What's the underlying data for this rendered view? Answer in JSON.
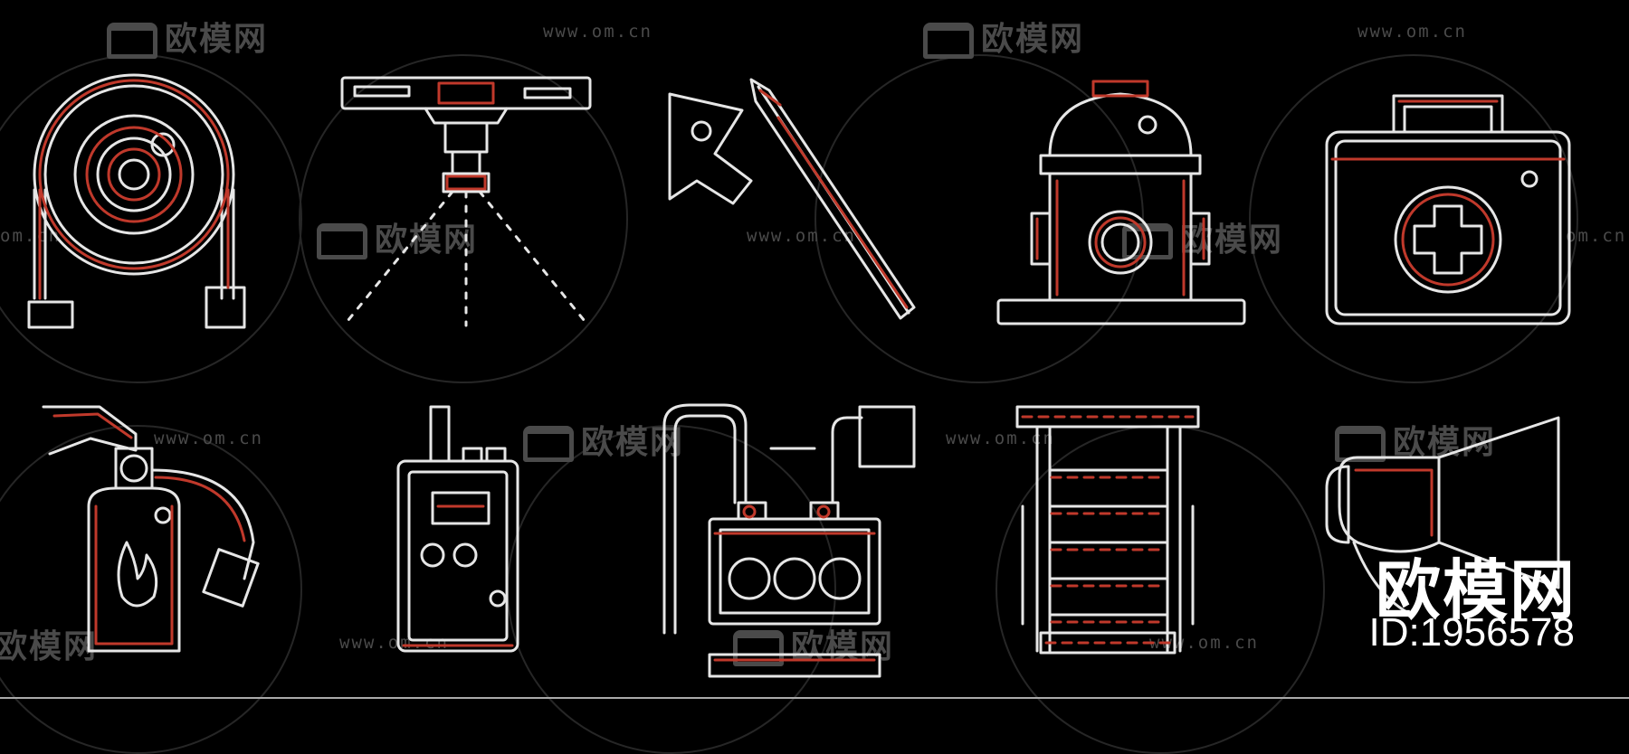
{
  "watermarks": {
    "brand": "欧模网",
    "url": "www.om.cn",
    "url_partial": "om.cn",
    "brand_partial": "欧模网"
  },
  "badge": {
    "brand": "欧模网",
    "id_label": "ID:1956578"
  },
  "colors": {
    "background": "#000000",
    "line_white": "#e6e6e6",
    "line_red": "#c0392b",
    "watermark": "#4a4a4a"
  },
  "icons": [
    "fire-hose-reel-icon",
    "fire-alarm-siren-icon",
    "fire-axe-icon",
    "fire-hydrant-icon",
    "first-aid-kit-icon",
    "fire-extinguisher-icon",
    "walkie-talkie-icon",
    "breathing-apparatus-icon",
    "escape-ladder-icon",
    "gas-mask-icon"
  ]
}
